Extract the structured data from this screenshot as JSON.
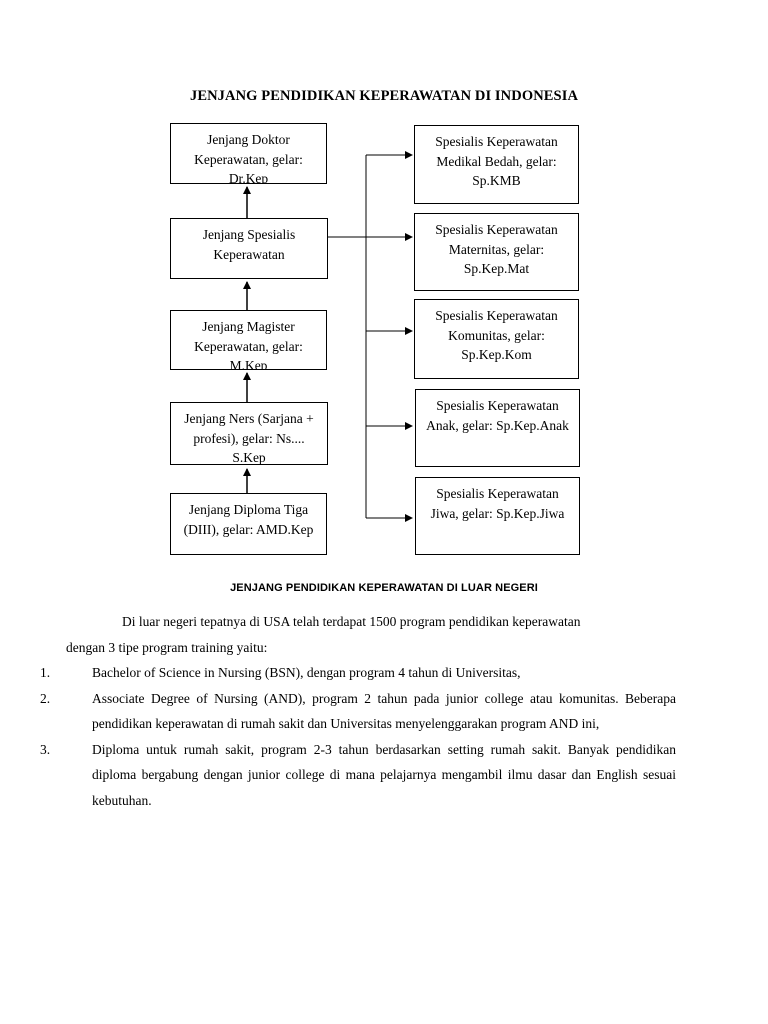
{
  "title": "JENJANG PENDIDIKAN KEPERAWATAN DI INDONESIA",
  "left_boxes": [
    {
      "text": "Jenjang Doktor Keperawatan, gelar: Dr.Kep"
    },
    {
      "text": "Jenjang Spesialis Keperawatan"
    },
    {
      "text": "Jenjang Magister Keperawatan, gelar: M.Kep"
    },
    {
      "text": "Jenjang Ners (Sarjana + profesi), gelar: Ns.... S.Kep"
    },
    {
      "text": "Jenjang Diploma Tiga (DIII), gelar: AMD.Kep"
    }
  ],
  "right_boxes": [
    {
      "text": "Spesialis Keperawatan Medikal Bedah, gelar: Sp.KMB"
    },
    {
      "text": "Spesialis Keperawatan Maternitas, gelar: Sp.Kep.Mat"
    },
    {
      "text": "Spesialis Keperawatan Komunitas, gelar: Sp.Kep.Kom"
    },
    {
      "text": "Spesialis Keperawatan Anak, gelar: Sp.Kep.Anak"
    },
    {
      "text": "Spesialis Keperawatan Jiwa, gelar: Sp.Kep.Jiwa"
    }
  ],
  "subtitle": "JENJANG PENDIDIKAN KEPERAWATAN DI LUAR NEGERI",
  "intro": "Di luar negeri tepatnya di USA telah terdapat 1500 program pendidikan keperawatan",
  "intro_cont": "dengan 3 tipe program training yaitu:",
  "items": [
    {
      "num": "1.",
      "text": "Bachelor of Science in Nursing (BSN), dengan program 4 tahun di Universitas,"
    },
    {
      "num": "2.",
      "text": "Associate Degree of Nursing (AND), program 2 tahun pada junior college atau komunitas. Beberapa pendidikan keperawatan di rumah sakit dan Universitas menyelenggarakan program AND ini,"
    },
    {
      "num": "3.",
      "text": "Diploma untuk rumah sakit, program 2-3 tahun berdasarkan setting rumah sakit. Banyak pendidikan diploma bergabung dengan junior college di mana pelajarnya mengambil ilmu dasar dan English sesuai kebutuhan."
    }
  ]
}
